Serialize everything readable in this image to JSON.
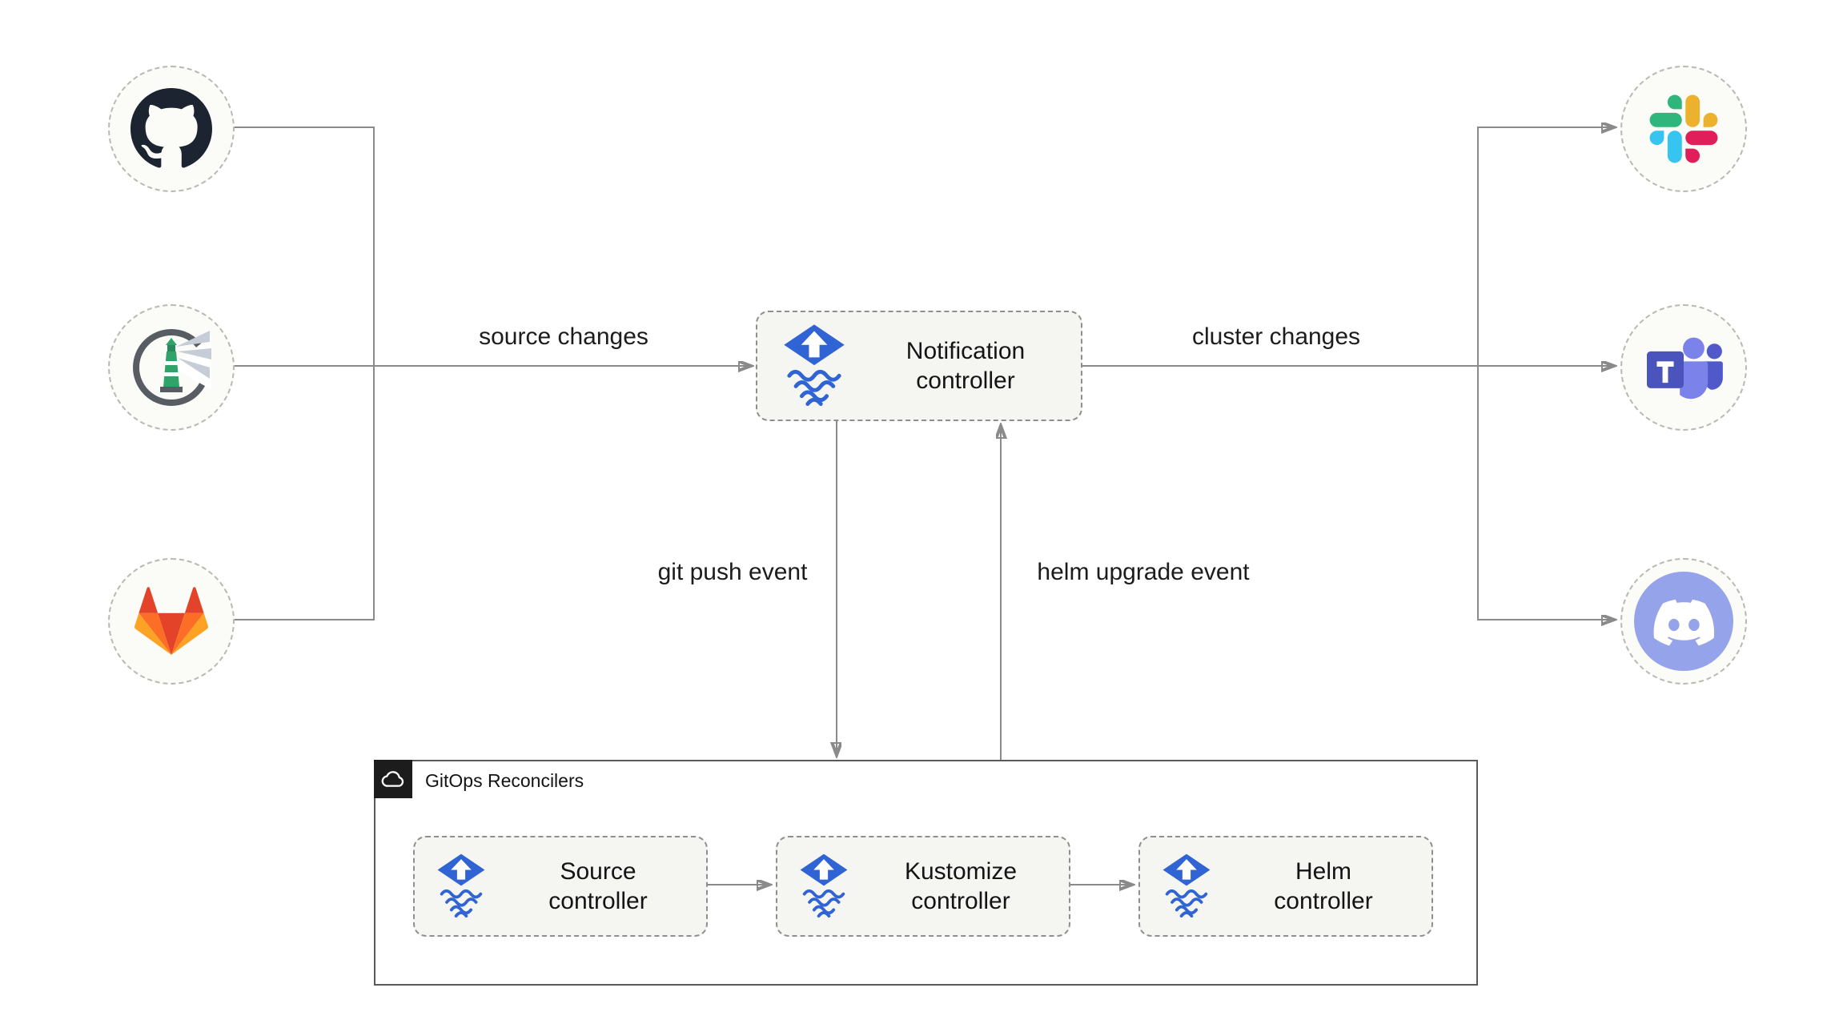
{
  "notification": {
    "label": "Notification\ncontroller"
  },
  "edge_labels": {
    "source_changes": "source changes",
    "cluster_changes": "cluster changes",
    "git_push_event": "git push event",
    "helm_upgrade_event": "helm upgrade event"
  },
  "reconcilers": {
    "title": "GitOps Reconcilers",
    "controllers": [
      {
        "label": "Source\ncontroller"
      },
      {
        "label": "Kustomize\ncontroller"
      },
      {
        "label": "Helm\ncontroller"
      }
    ]
  },
  "nodes": {
    "sources": [
      {
        "id": "github",
        "icon": "github-icon"
      },
      {
        "id": "harbor",
        "icon": "harbor-icon"
      },
      {
        "id": "gitlab",
        "icon": "gitlab-icon"
      }
    ],
    "targets": [
      {
        "id": "slack",
        "icon": "slack-icon"
      },
      {
        "id": "teams",
        "icon": "microsoft-teams-icon"
      },
      {
        "id": "discord",
        "icon": "discord-icon"
      }
    ]
  },
  "colors": {
    "line": "#8a8a8a",
    "box_fill": "#f5f5f2",
    "flux_blue": "#3064d4",
    "github_dark": "#1b2430",
    "gitlab": [
      "#e24329",
      "#fc6d26",
      "#fca326"
    ],
    "slack": [
      "#36C5F0",
      "#2EB67D",
      "#ECB22E",
      "#E01E5A"
    ],
    "teams": [
      "#4b53bc",
      "#7b83eb",
      "#5059c9"
    ],
    "discord_bg": "#95a3ea",
    "harbor_green": "#2fa36a"
  }
}
